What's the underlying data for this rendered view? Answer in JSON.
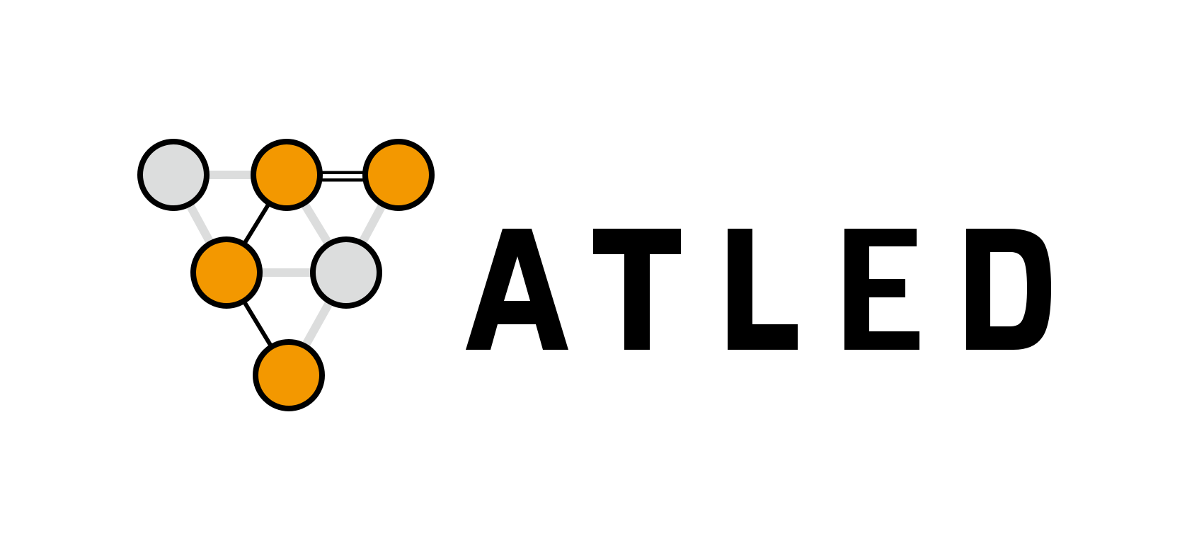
{
  "brand": {
    "name": "ATLED",
    "letters": [
      "A",
      "T",
      "L",
      "E",
      "D"
    ]
  },
  "colors": {
    "background": "#ffffff",
    "orange": "#f39800",
    "grey_node": "#dcdddd",
    "grey_edge": "#dcdddd",
    "outline": "#000000",
    "text": "#000000"
  },
  "icons": {
    "logo_mark": "network-nodes-icon"
  }
}
